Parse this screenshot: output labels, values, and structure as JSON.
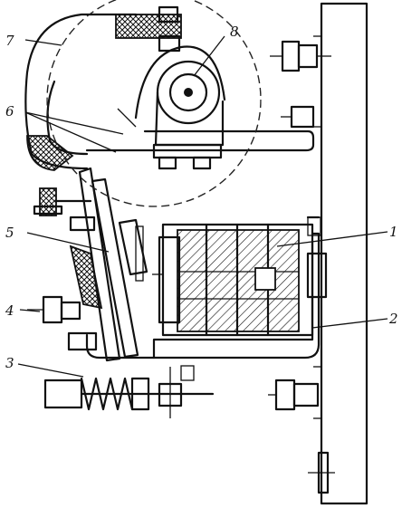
{
  "diagram": {
    "labels": [
      {
        "id": "1",
        "text": "1"
      },
      {
        "id": "2",
        "text": "2"
      },
      {
        "id": "3",
        "text": "3"
      },
      {
        "id": "4",
        "text": "4"
      },
      {
        "id": "5",
        "text": "5"
      },
      {
        "id": "6",
        "text": "6"
      },
      {
        "id": "7",
        "text": "7"
      },
      {
        "id": "8",
        "text": "8"
      }
    ],
    "colors": {
      "ink": "#111111",
      "paper": "#ffffff"
    }
  }
}
